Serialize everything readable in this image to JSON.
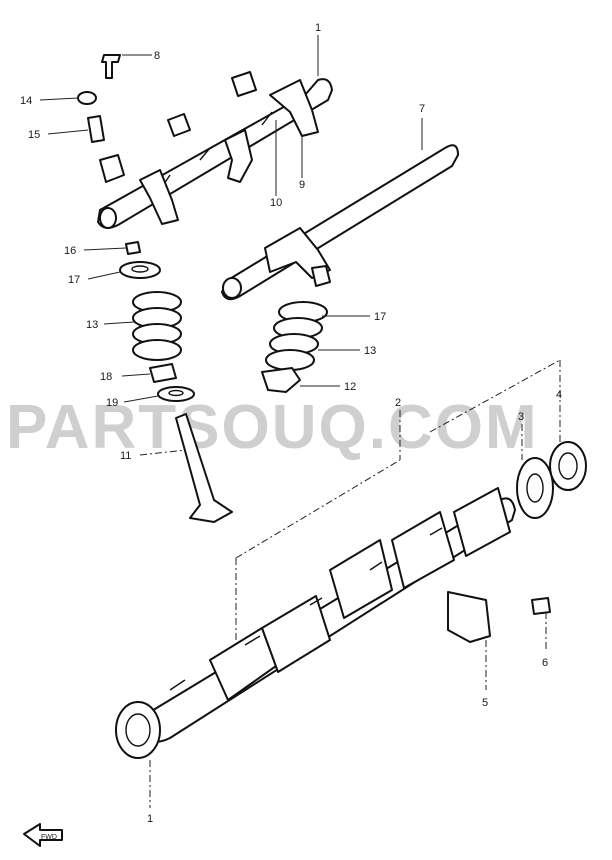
{
  "watermark": "PARTSOUQ.COM",
  "callouts": [
    {
      "key": "c1_top",
      "text": "1"
    },
    {
      "key": "c8",
      "text": "8"
    },
    {
      "key": "c14",
      "text": "14"
    },
    {
      "key": "c15",
      "text": "15"
    },
    {
      "key": "c10",
      "text": "10"
    },
    {
      "key": "c9",
      "text": "9"
    },
    {
      "key": "c7",
      "text": "7"
    },
    {
      "key": "c16",
      "text": "16"
    },
    {
      "key": "c17_left",
      "text": "17"
    },
    {
      "key": "c13_left",
      "text": "13"
    },
    {
      "key": "c18",
      "text": "18"
    },
    {
      "key": "c19",
      "text": "19"
    },
    {
      "key": "c11",
      "text": "11"
    },
    {
      "key": "c17_right",
      "text": "17"
    },
    {
      "key": "c13_right",
      "text": "13"
    },
    {
      "key": "c12",
      "text": "12"
    },
    {
      "key": "c2",
      "text": "2"
    },
    {
      "key": "c3",
      "text": "3"
    },
    {
      "key": "c4",
      "text": "4"
    },
    {
      "key": "c6",
      "text": "6"
    },
    {
      "key": "c5",
      "text": "5"
    },
    {
      "key": "c1_bottom",
      "text": "1"
    }
  ],
  "fwd_label": "FWD"
}
